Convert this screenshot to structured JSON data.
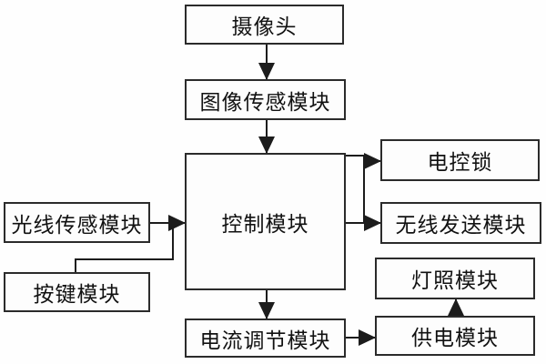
{
  "diagram": {
    "nodes": {
      "camera": {
        "label": "摄像头"
      },
      "image_sensor": {
        "label": "图像传感模块"
      },
      "control": {
        "label": "控制模块"
      },
      "light_sensor": {
        "label": "光线传感模块"
      },
      "button": {
        "label": "按键模块"
      },
      "lock": {
        "label": "电控锁"
      },
      "wireless": {
        "label": "无线发送模块"
      },
      "lighting": {
        "label": "灯照模块"
      },
      "power": {
        "label": "供电模块"
      },
      "current": {
        "label": "电流调节模块"
      }
    },
    "edges": [
      {
        "from": "camera",
        "to": "image_sensor"
      },
      {
        "from": "image_sensor",
        "to": "control"
      },
      {
        "from": "light_sensor",
        "to": "control"
      },
      {
        "from": "button",
        "to": "control"
      },
      {
        "from": "control",
        "to": "lock"
      },
      {
        "from": "control",
        "to": "wireless"
      },
      {
        "from": "control",
        "to": "current"
      },
      {
        "from": "current",
        "to": "power"
      },
      {
        "from": "power",
        "to": "lighting"
      }
    ],
    "colors": {
      "background": "#ffffff",
      "box_fill": "#fdfdfd",
      "box_border": "#2b2b2b",
      "line": "#1c1c1c",
      "text": "#111111"
    }
  }
}
